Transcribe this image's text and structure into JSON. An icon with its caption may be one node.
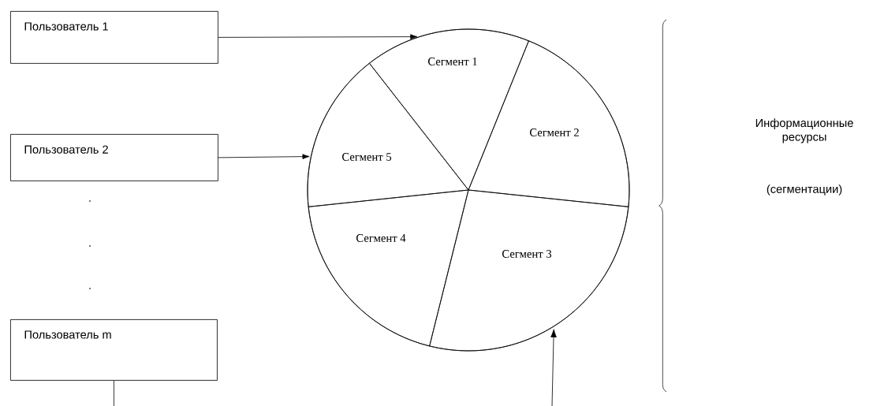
{
  "diagram": {
    "nodes": [
      {
        "text": [
          "Пользователь 1"
        ]
      },
      {
        "text": [
          "Пользователь 2"
        ]
      },
      {
        "text": [
          "Пользователь m"
        ]
      },
      {
        "text": [],
        "shape": "circle"
      },
      {
        "text": [
          "Сегмент 1"
        ],
        "in": 3
      },
      {
        "text": [
          "Сегмент 2"
        ],
        "in": 3
      },
      {
        "text": [
          "Сегмент 3"
        ],
        "in": 3
      },
      {
        "text": [
          "Сегмент 4"
        ],
        "in": 3
      },
      {
        "text": [
          "Сегмент 5"
        ],
        "in": 3
      }
    ],
    "edges": [
      {
        "from": 0,
        "to": 3,
        "arrow": "to"
      },
      {
        "from": 1,
        "to": 3,
        "arrow": "to"
      },
      {
        "from": 2,
        "to": null,
        "arrow": "none"
      },
      {
        "from": null,
        "to": 3,
        "arrow": "to"
      }
    ],
    "labels": [
      ".",
      ".",
      ".",
      "Информационные ресурсы",
      "(сегментации)"
    ]
  }
}
